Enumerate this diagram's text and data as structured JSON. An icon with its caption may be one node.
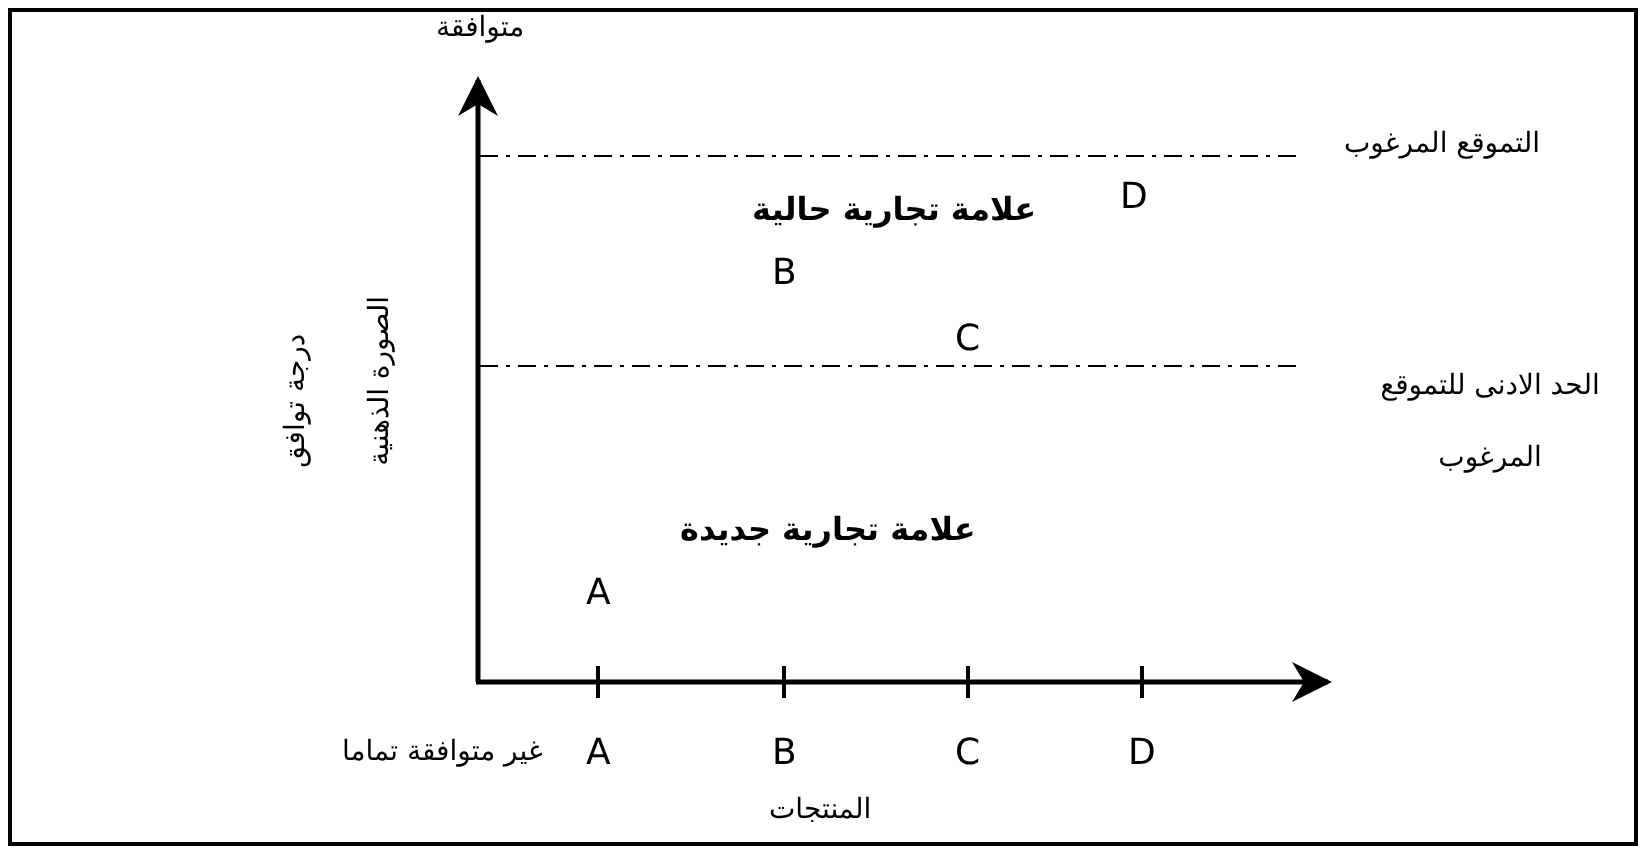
{
  "diagram": {
    "labels": [
      "متوافقة",
      "التموقع المرغوب",
      "علامة تجارية حالية",
      "D",
      "B",
      "درجة توافق",
      "الصورة الذهنية",
      "C",
      "الحد الادنى للتموقع المرغوب",
      "A",
      "علامة تجارية جديدة",
      "غير متوافقة تماما",
      "A",
      "B",
      "C",
      "D",
      "المنتجات"
    ]
  }
}
